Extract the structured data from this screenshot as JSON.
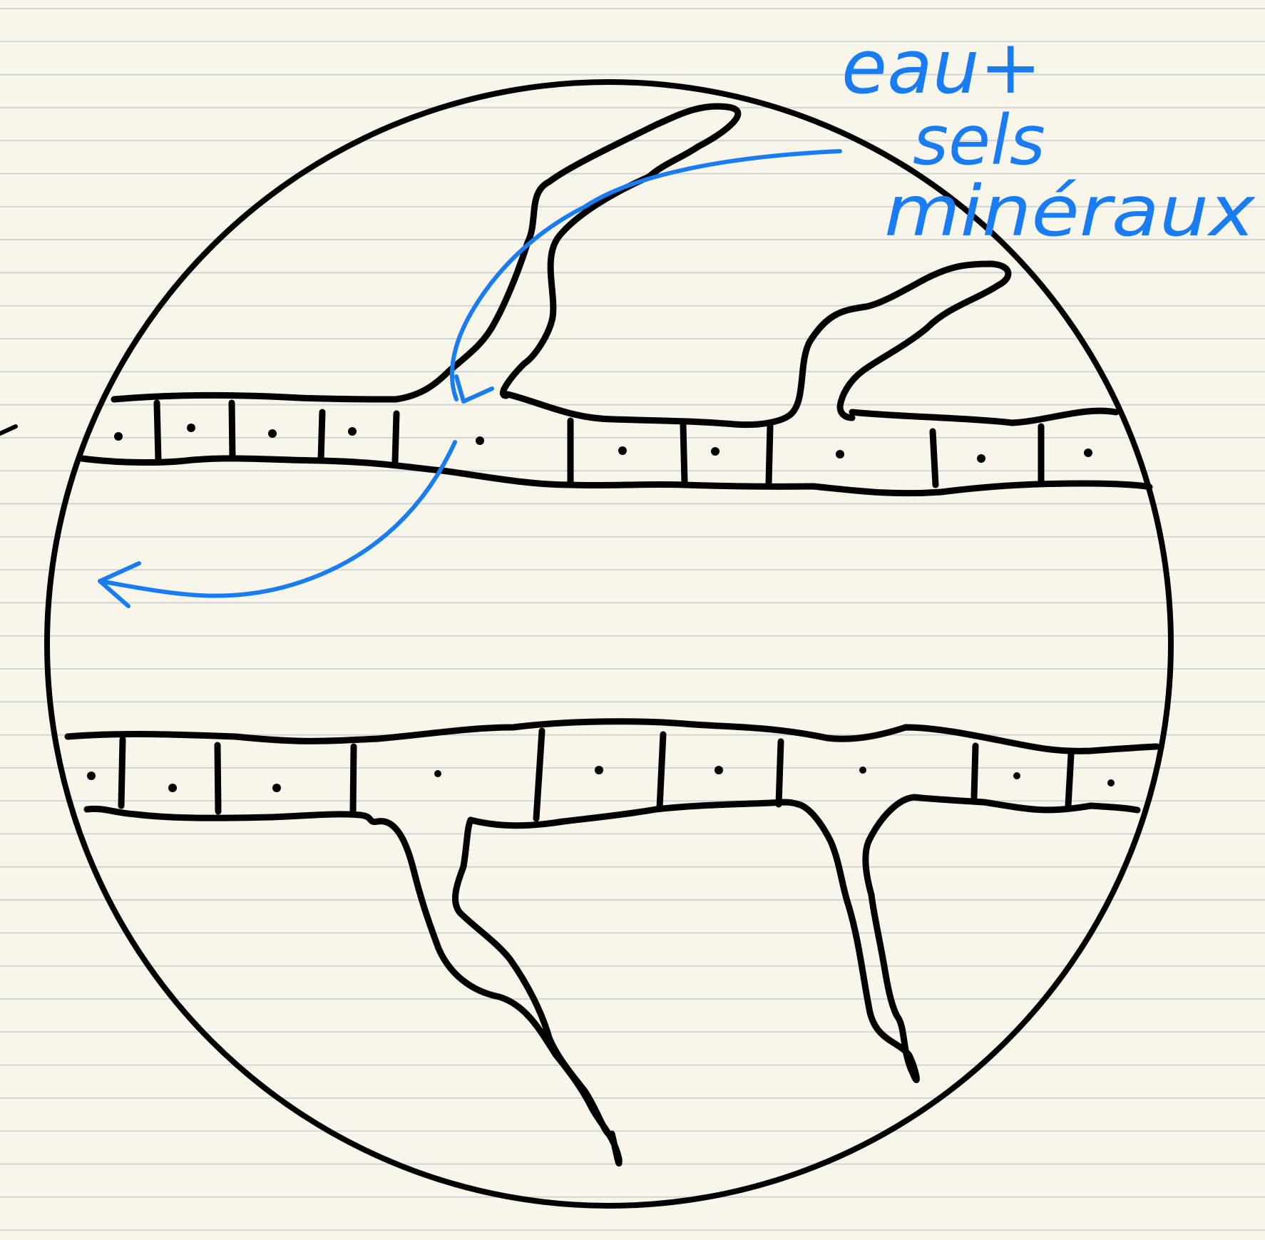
{
  "diagram": {
    "annotation_lines": [
      "eau+",
      "sels",
      "minéraux"
    ],
    "colors": {
      "paper": "#f8f6ea",
      "ruled_line": "#cfd4d6",
      "ink": "#000000",
      "annotation": "#1a7cf2"
    }
  }
}
